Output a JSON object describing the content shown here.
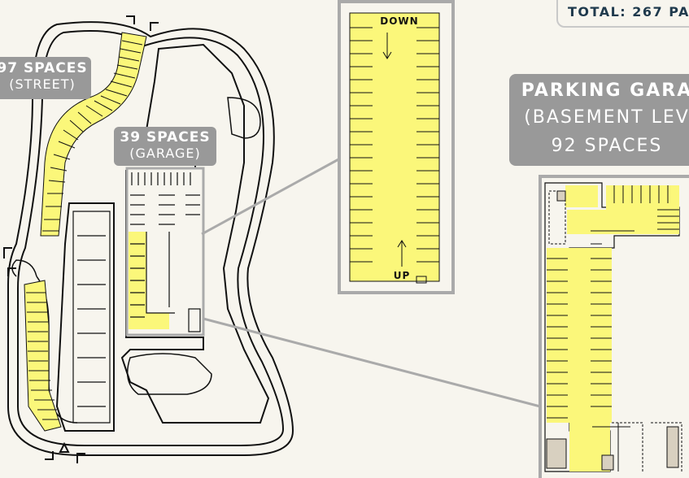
{
  "total": {
    "text": "TOTAL: 267 PA"
  },
  "street": {
    "count": "97 SPACES",
    "type": "(STREET)"
  },
  "garage": {
    "count": "39 SPACES",
    "type": "(GARAGE)"
  },
  "basement": {
    "title": "PARKING GARA",
    "level": "(BASEMENT LEV",
    "count": "92 SPACES"
  },
  "ramp_inset": {
    "down": "DOWN",
    "up": "UP"
  },
  "colors": {
    "parking": "#fbf77a",
    "label_bg": "#999999",
    "frame": "#aaaaaa",
    "ink": "#111111"
  }
}
